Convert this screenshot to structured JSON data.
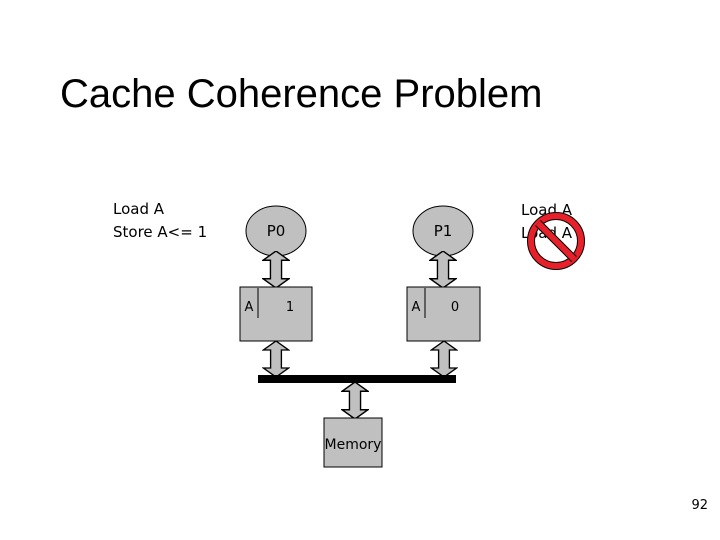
{
  "slide": {
    "title": "Cache Coherence Problem",
    "page_number": "92"
  },
  "left_ops": [
    "Load A",
    "Store A<= 1"
  ],
  "right_ops": [
    "Load A",
    "Load A"
  ],
  "processors": [
    {
      "label": "P0",
      "cache_tag": "A",
      "cache_value": "1"
    },
    {
      "label": "P1",
      "cache_tag": "A",
      "cache_value": "0"
    }
  ],
  "memory": {
    "label": "Memory"
  },
  "colors": {
    "box_fill": "#c0c0c0",
    "bus": "#000000",
    "prohibition_fill": "#ffffff",
    "prohibition_stroke": "#e8202a",
    "prohibition_outline": "#000000"
  },
  "icons": {
    "prohibition": "no-entry-icon"
  }
}
